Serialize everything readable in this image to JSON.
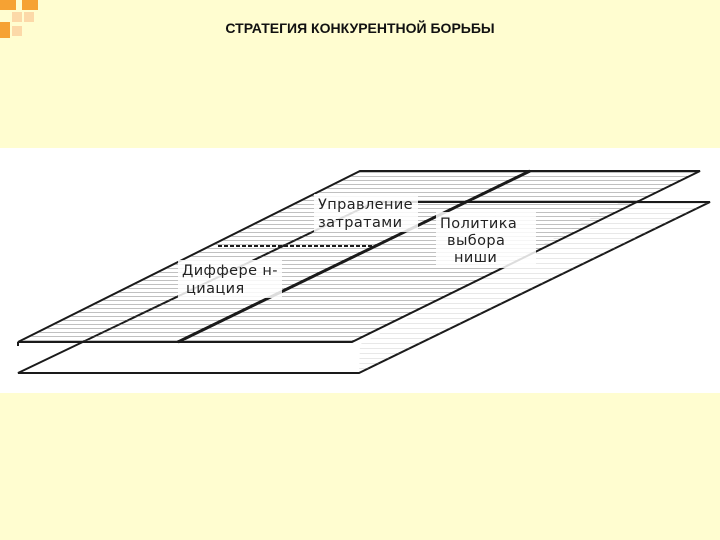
{
  "slide": {
    "title": "СТРАТЕГИЯ КОНКУРЕНТНОЙ БОРЬБЫ"
  },
  "colors": {
    "background": "#fffdd0",
    "logo_orange": "#f6a233",
    "logo_light": "#fcd9a8",
    "line": "#1a1a1a"
  },
  "logo": {
    "icon": "orange-squares-logo-icon"
  },
  "diagram": {
    "labels": {
      "cost": [
        "Управление",
        "затратами"
      ],
      "niche": [
        "Политика",
        "выбора",
        "ниши"
      ],
      "diff": [
        "Диффере н-",
        "циация"
      ]
    }
  }
}
